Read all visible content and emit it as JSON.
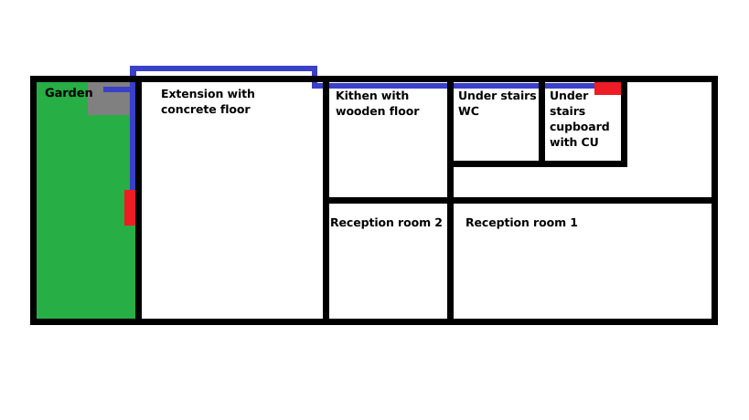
{
  "diagram": {
    "title": "House floor plan with consumer unit cable run",
    "type": "floor-plan"
  },
  "rooms": [
    {
      "id": "garden",
      "label": "Garden",
      "floor": "grass",
      "fill_color": "#27ae45"
    },
    {
      "id": "extension",
      "label": "Extension with\nconcrete floor",
      "floor": "concrete",
      "fill_color": "#ffffff"
    },
    {
      "id": "kitchen",
      "label": "Kithen with\nwooden floor",
      "floor": "wooden",
      "fill_color": "#ffffff"
    },
    {
      "id": "under-stairs-wc",
      "label": "Under stairs\nWC",
      "fill_color": "#ffffff"
    },
    {
      "id": "under-stairs-cupboard",
      "label": "Under\nstairs\ncupboard\nwith CU",
      "fill_color": "#ffffff"
    },
    {
      "id": "reception-room-2",
      "label": "Reception room 2",
      "fill_color": "#ffffff"
    },
    {
      "id": "reception-room-1",
      "label": "Reception room 1",
      "fill_color": "#ffffff"
    },
    {
      "id": "unlabelled-room-right",
      "label": "",
      "fill_color": "#ffffff"
    },
    {
      "id": "hallway-strip",
      "label": "",
      "fill_color": "#ffffff"
    }
  ],
  "features": {
    "shed": {
      "name": "shed",
      "color": "#808080"
    },
    "markers": [
      {
        "id": "garden-socket-marker",
        "color": "#ee1c25",
        "location": "garden"
      },
      {
        "id": "consumer-unit-marker",
        "color": "#ee1c25",
        "location": "under-stairs-cupboard"
      }
    ],
    "cable_run": {
      "id": "cable-run",
      "color": "#3a40c8",
      "from": "garden-socket-marker",
      "to": "consumer-unit-marker"
    }
  },
  "colors": {
    "wall": "#000000",
    "garden": "#27ae45",
    "shed": "#808080",
    "marker": "#ee1c25",
    "cable": "#3a40c8",
    "background": "#ffffff"
  }
}
